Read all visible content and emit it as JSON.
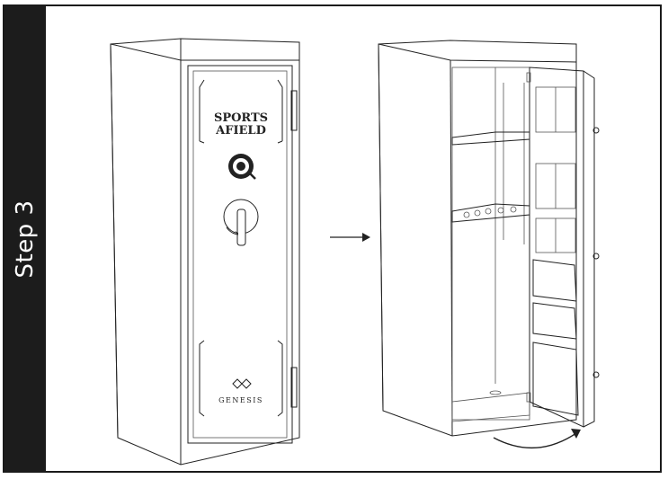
{
  "step": {
    "label": "Step 3"
  },
  "safe_closed": {
    "brand_line1": "SPORTS",
    "brand_line2": "AFIELD",
    "model": "GENESIS"
  },
  "colors": {
    "band": "#1c1c1c",
    "line": "#222222",
    "background": "#ffffff"
  }
}
